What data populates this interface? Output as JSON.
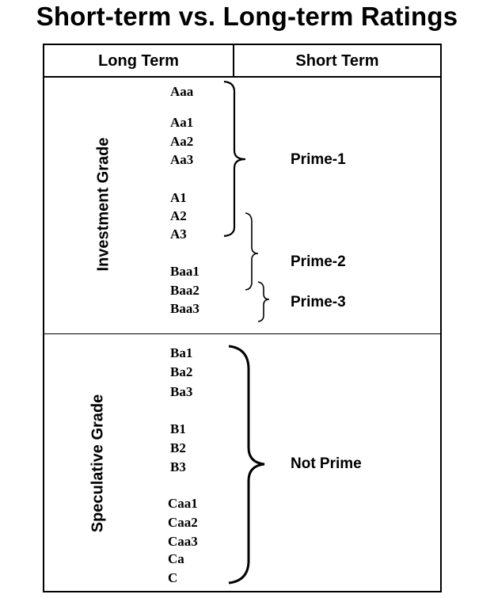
{
  "title": "Short-term vs. Long-term Ratings",
  "headers": {
    "long_term": "Long Term",
    "short_term": "Short Term"
  },
  "investment": {
    "label": "Investment Grade",
    "ratings": [
      "Aaa",
      "Aa1",
      "Aa2",
      "Aa3",
      "A1",
      "A2",
      "A3",
      "Baa1",
      "Baa2",
      "Baa3"
    ],
    "short_terms": [
      "Prime-1",
      "Prime-2",
      "Prime-3"
    ]
  },
  "speculative": {
    "label": "Speculative Grade",
    "ratings": [
      "Ba1",
      "Ba2",
      "Ba3",
      "B1",
      "B2",
      "B3",
      "Caa1",
      "Caa2",
      "Caa3",
      "Ca",
      "C"
    ],
    "short_terms": [
      "Not Prime"
    ]
  },
  "mappings": [
    {
      "short_term": "Prime-1",
      "from": "Aaa",
      "to": "A3"
    },
    {
      "short_term": "Prime-2",
      "from": "A2",
      "to": "Baa1"
    },
    {
      "short_term": "Prime-3",
      "from": "Baa2",
      "to": "Baa3"
    },
    {
      "short_term": "Not Prime",
      "from": "Ba1",
      "to": "C"
    }
  ]
}
